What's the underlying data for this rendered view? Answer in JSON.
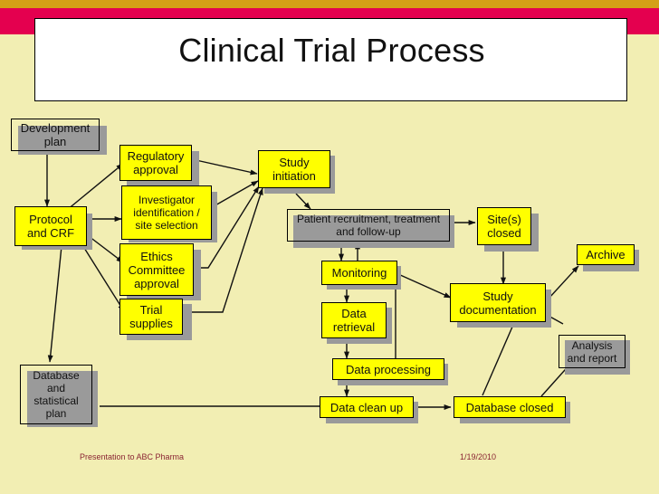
{
  "slide": {
    "title": "Clinical Trial Process",
    "background_color": "#f2eeb3",
    "accent_bar_color": "#d4a017",
    "banner_color": "#e4004f",
    "node_fill_color": "#ffff00",
    "shadow_color": "#9a9a9a"
  },
  "footer": {
    "left": "Presentation to ABC Pharma",
    "date": "1/19/2010"
  },
  "diagram": {
    "type": "flowchart",
    "nodes": [
      {
        "id": "development-plan",
        "label": "Development plan",
        "style": "plain"
      },
      {
        "id": "protocol-and-crf",
        "label": "Protocol and CRF",
        "style": "yellow"
      },
      {
        "id": "regulatory-approval",
        "label": "Regulatory approval",
        "style": "yellow"
      },
      {
        "id": "investigator-selection",
        "label": "Investigator identification / site selection",
        "style": "yellow"
      },
      {
        "id": "ethics-committee",
        "label": "Ethics Committee approval",
        "style": "yellow"
      },
      {
        "id": "trial-supplies",
        "label": "Trial supplies",
        "style": "yellow"
      },
      {
        "id": "study-initiation",
        "label": "Study initiation",
        "style": "yellow"
      },
      {
        "id": "patient-recruitment",
        "label": "Patient recruitment, treatment and follow-up",
        "style": "plain"
      },
      {
        "id": "monitoring",
        "label": "Monitoring",
        "style": "yellow"
      },
      {
        "id": "data-retrieval",
        "label": "Data retrieval",
        "style": "yellow"
      },
      {
        "id": "data-processing",
        "label": "Data processing",
        "style": "yellow"
      },
      {
        "id": "data-clean-up",
        "label": "Data clean up",
        "style": "yellow"
      },
      {
        "id": "database-statistical-plan",
        "label": "Database and statistical plan",
        "style": "plain"
      },
      {
        "id": "sites-closed",
        "label": "Site(s) closed",
        "style": "yellow"
      },
      {
        "id": "study-documentation",
        "label": "Study documentation",
        "style": "yellow"
      },
      {
        "id": "archive",
        "label": "Archive",
        "style": "yellow"
      },
      {
        "id": "analysis-and-report",
        "label": "Analysis and report",
        "style": "plain"
      },
      {
        "id": "database-closed",
        "label": "Database closed",
        "style": "yellow"
      }
    ],
    "edges": [
      {
        "from": "development-plan",
        "to": "protocol-and-crf"
      },
      {
        "from": "protocol-and-crf",
        "to": "regulatory-approval"
      },
      {
        "from": "protocol-and-crf",
        "to": "investigator-selection"
      },
      {
        "from": "protocol-and-crf",
        "to": "ethics-committee"
      },
      {
        "from": "protocol-and-crf",
        "to": "trial-supplies"
      },
      {
        "from": "protocol-and-crf",
        "to": "database-statistical-plan"
      },
      {
        "from": "regulatory-approval",
        "to": "study-initiation"
      },
      {
        "from": "investigator-selection",
        "to": "study-initiation"
      },
      {
        "from": "ethics-committee",
        "to": "study-initiation"
      },
      {
        "from": "trial-supplies",
        "to": "study-initiation"
      },
      {
        "from": "study-initiation",
        "to": "patient-recruitment"
      },
      {
        "from": "patient-recruitment",
        "to": "monitoring"
      },
      {
        "from": "monitoring",
        "to": "patient-recruitment"
      },
      {
        "from": "patient-recruitment",
        "to": "sites-closed"
      },
      {
        "from": "monitoring",
        "to": "data-retrieval"
      },
      {
        "from": "monitoring",
        "to": "study-documentation"
      },
      {
        "from": "monitoring",
        "to": "data-processing"
      },
      {
        "from": "data-retrieval",
        "to": "data-processing"
      },
      {
        "from": "data-processing",
        "to": "data-clean-up"
      },
      {
        "from": "database-statistical-plan",
        "to": "data-clean-up"
      },
      {
        "from": "data-clean-up",
        "to": "database-closed"
      },
      {
        "from": "sites-closed",
        "to": "study-documentation"
      },
      {
        "from": "study-documentation",
        "to": "archive"
      },
      {
        "from": "study-documentation",
        "to": "analysis-and-report"
      },
      {
        "from": "study-documentation",
        "to": "database-closed"
      },
      {
        "from": "database-closed",
        "to": "analysis-and-report"
      }
    ]
  }
}
